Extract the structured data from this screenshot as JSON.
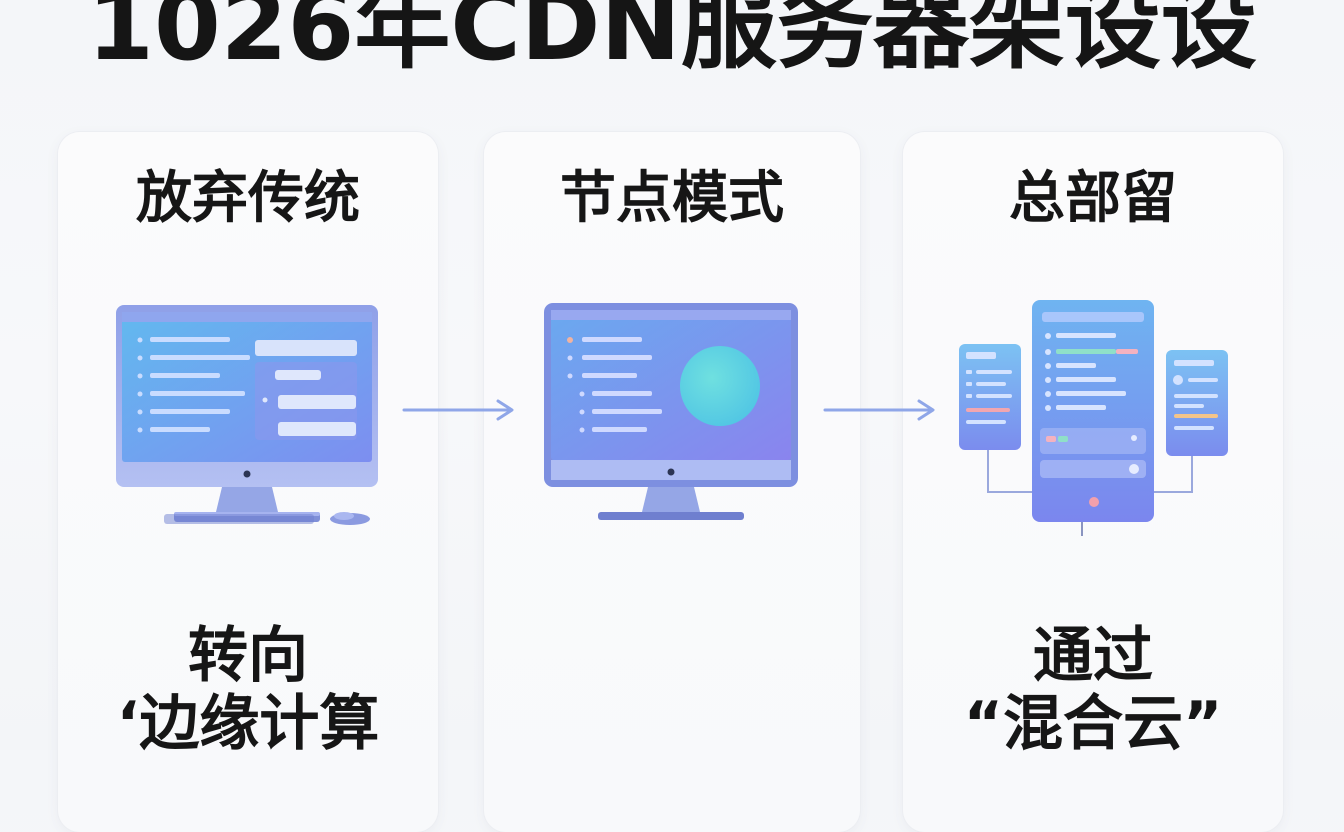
{
  "title": "1026年CDN服务器架设设",
  "columns": [
    {
      "heading": "放弃传统",
      "footer_line1": "转向",
      "footer_line2": "‘边缘计算"
    },
    {
      "heading": "节点模式"
    },
    {
      "heading": "总部留",
      "footer_line1": "通过",
      "footer_line2": "“混合云”"
    }
  ],
  "colors": {
    "screen_blue": "#6f8ff0",
    "screen_cyan": "#5fc6ee",
    "frame": "#8ea1e6",
    "arrow": "#8fa6e8"
  }
}
